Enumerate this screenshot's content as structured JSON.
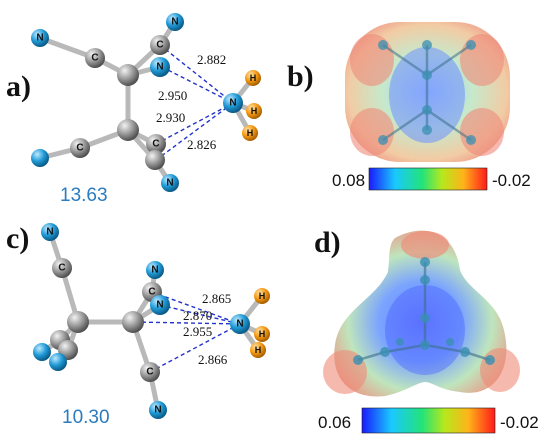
{
  "panels": {
    "a": {
      "letter": "a)",
      "energy": "13.63",
      "distances": [
        "2.882",
        "2.950",
        "2.930",
        "2.826"
      ]
    },
    "b": {
      "letter": "b)",
      "scale_min": "0.08",
      "scale_max": "-0.02"
    },
    "c": {
      "letter": "c)",
      "energy": "10.30",
      "distances": [
        "2.865",
        "2.870",
        "2.955",
        "2.866"
      ]
    },
    "d": {
      "letter": "d)",
      "scale_min": "0.06",
      "scale_max": "-0.02"
    }
  },
  "atom_labels": {
    "carbon": "C",
    "nitrogen": "N",
    "hydrogen": "H"
  },
  "colors": {
    "carbon": "#8e8e8e",
    "nitrogen": "#1f9ad6",
    "hydrogen": "#f59a12",
    "bond": "#b9b9b9",
    "hbond": "#2233cc",
    "energy_text": "#2a7bbf"
  }
}
